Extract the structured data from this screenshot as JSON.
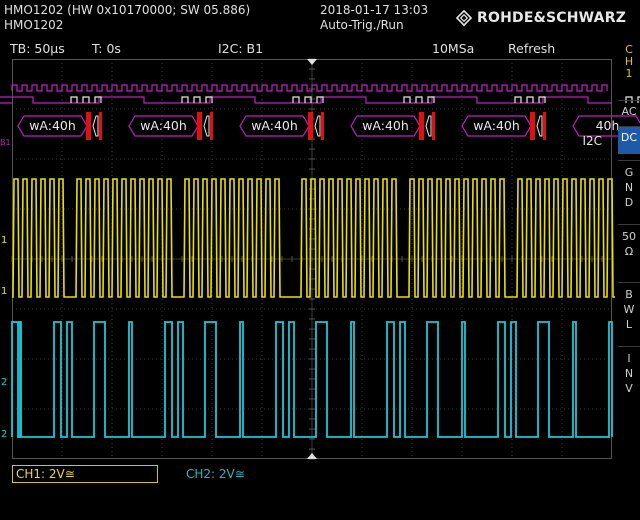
{
  "header": {
    "device_line": "HMO1202 (HW 0x10170000; SW 05.886)",
    "model": "HMO1202",
    "datetime": "2018-01-17 13:03",
    "trigger_mode": "Auto-Trig./Run",
    "brand": "ROHDE&SCHWARZ"
  },
  "infobar": {
    "timebase": "TB: 50µs",
    "trigger_time": "T: 0s",
    "bus": "I2C: B1",
    "samplerate": "10MSa",
    "acq_mode": "Refresh"
  },
  "bus": {
    "frames": [
      "wA:40h",
      "wA:40h",
      "wA:40h",
      "wA:40h",
      "wA:40h",
      "40h"
    ],
    "tail_label": "I2C",
    "label": "B1"
  },
  "markers": {
    "ch1_ref": "1",
    "ch2_ref": "2"
  },
  "sidebar": {
    "channel": [
      "C",
      "H",
      "1"
    ],
    "buttons": [
      {
        "label": "AC",
        "active": false
      },
      {
        "label": "DC",
        "active": true
      },
      {
        "label": "GND",
        "active": false
      },
      {
        "label": "50Ω",
        "active": false
      },
      {
        "label": "BWL",
        "active": false
      },
      {
        "label": "INV",
        "active": false
      }
    ]
  },
  "footer": {
    "ch1": "CH1: 2V≅",
    "ch2": "CH2: 2V≅"
  },
  "colors": {
    "ch1": "#e8e000",
    "ch2": "#18c8d8",
    "bus": "#c020c0",
    "marker": "#e01010",
    "grid": "#3a3a3a"
  }
}
